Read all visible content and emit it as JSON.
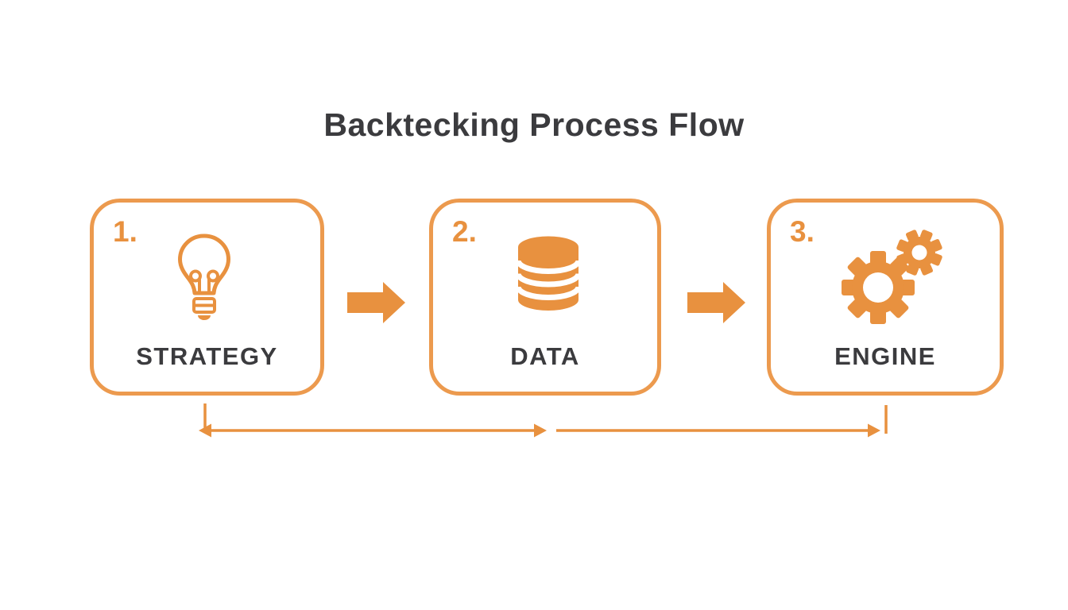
{
  "title": "Backtecking Process Flow",
  "colors": {
    "accent": "#E8913F",
    "box_border": "#EC9A4E",
    "heading_text": "#3B3B3E",
    "background": "#FFFFFF"
  },
  "steps": [
    {
      "number": "1.",
      "label": "STRATEGY",
      "icon": "lightbulb-icon"
    },
    {
      "number": "2.",
      "label": "DATA",
      "icon": "database-icon"
    },
    {
      "number": "3.",
      "label": "ENGINE",
      "icon": "gears-icon"
    }
  ]
}
